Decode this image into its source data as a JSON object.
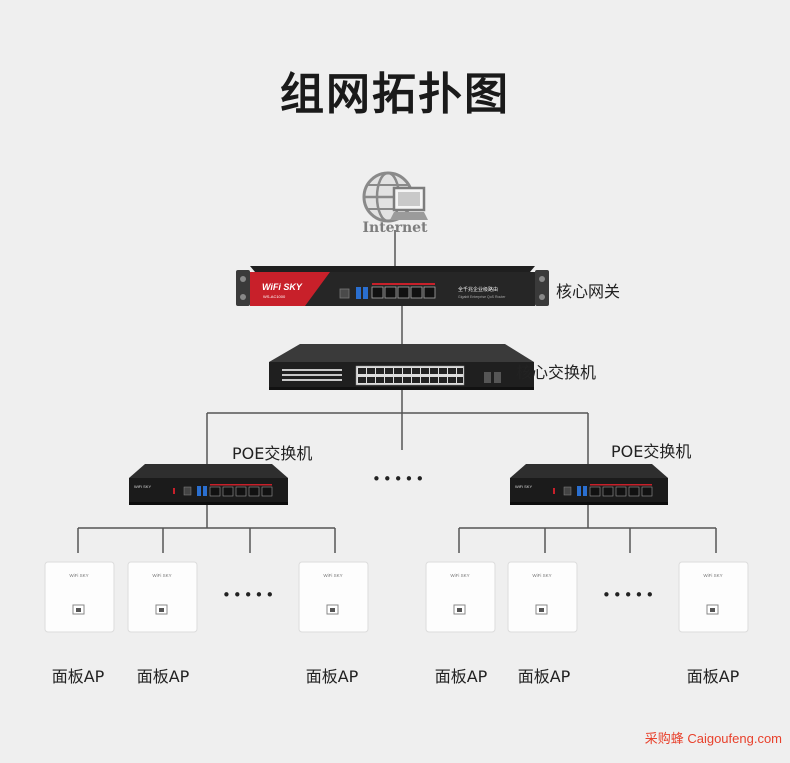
{
  "title": "组网拓扑图",
  "internet": {
    "label": "Internet",
    "icon": "globe-computer-icon"
  },
  "gateway": {
    "label": "核心网关",
    "brand": "WiFi SKY",
    "model": "WS-AC1000",
    "device_text": "全千兆企业级路由",
    "device_subtext": "Gigabit Enterprise QoS Router"
  },
  "core_switch": {
    "label": "核心交换机"
  },
  "poe_switches": [
    {
      "label": "POE交换机",
      "brand": "WiFi SKY"
    },
    {
      "label": "POE交换机",
      "brand": "WiFi SKY"
    }
  ],
  "ellipsis": "•••••",
  "aps": [
    {
      "label": "面板AP",
      "brand": "WiFi SKY"
    },
    {
      "label": "面板AP",
      "brand": "WiFi SKY"
    },
    {
      "label": "面板AP",
      "brand": "WiFi SKY"
    },
    {
      "label": "面板AP",
      "brand": "WiFi SKY"
    },
    {
      "label": "面板AP",
      "brand": "WiFi SKY"
    },
    {
      "label": "面板AP",
      "brand": "WiFi SKY"
    }
  ],
  "watermark": "采购蜂 Caigoufeng.com",
  "colors": {
    "line": "#555555",
    "gateway_red": "#c8202a",
    "device_dark": "#2b2b2b"
  }
}
